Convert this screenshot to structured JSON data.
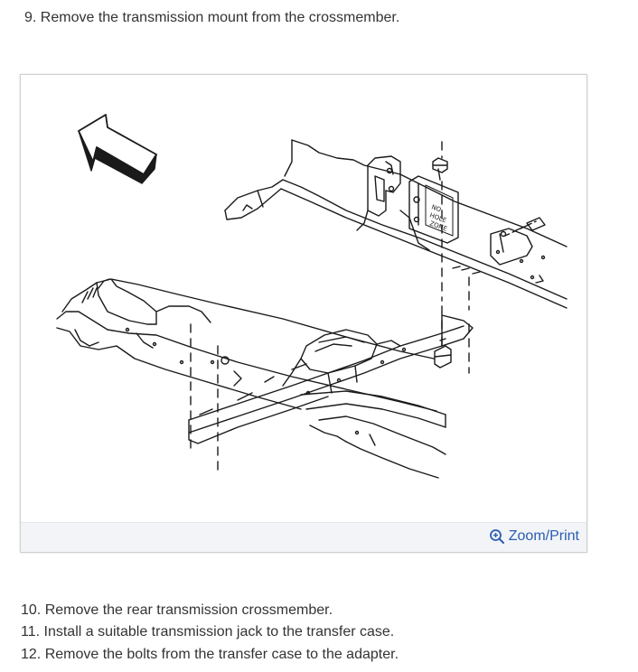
{
  "steps": {
    "step9": "9. Remove the transmission mount from the crossmember.",
    "step10": "10. Remove the rear transmission crossmember.",
    "step11": "11. Install a suitable transmission jack to the transfer case.",
    "step12": "12. Remove the bolts from the transfer case to the adapter."
  },
  "figure": {
    "zoom_label": "Zoom/Print",
    "zone_label_line1": "NO",
    "zone_label_line2": "HOLE",
    "zone_label_line3": "ZONE"
  },
  "colors": {
    "text": "#333333",
    "link": "#2b5db3",
    "footer_bg": "#f2f4f7",
    "border": "#cfcfcf"
  },
  "icons": {
    "zoom": "magnifier-plus-icon"
  }
}
